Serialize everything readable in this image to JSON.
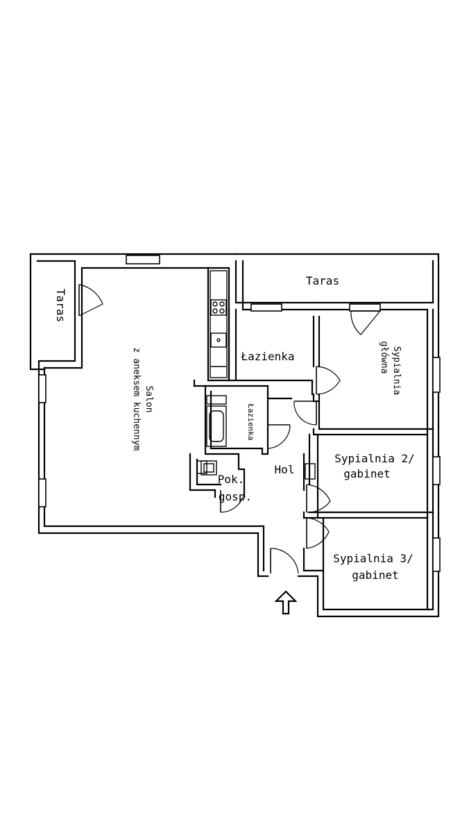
{
  "rooms": {
    "terrace_left": "Taras",
    "terrace_top": "Taras",
    "living": [
      "Salon",
      "z aneksem kuchennym"
    ],
    "bathroom_main": "Łazienka",
    "bedroom_main": [
      "Sypialnia",
      "główna"
    ],
    "bathroom_small": "Łazienka",
    "utility": [
      "Pok.",
      "gosp."
    ],
    "hall": "Hol",
    "bedroom_2": [
      "Sypialnia 2/",
      "gabinet"
    ],
    "bedroom_3": [
      "Sypialnia 3/",
      "gabinet"
    ]
  }
}
